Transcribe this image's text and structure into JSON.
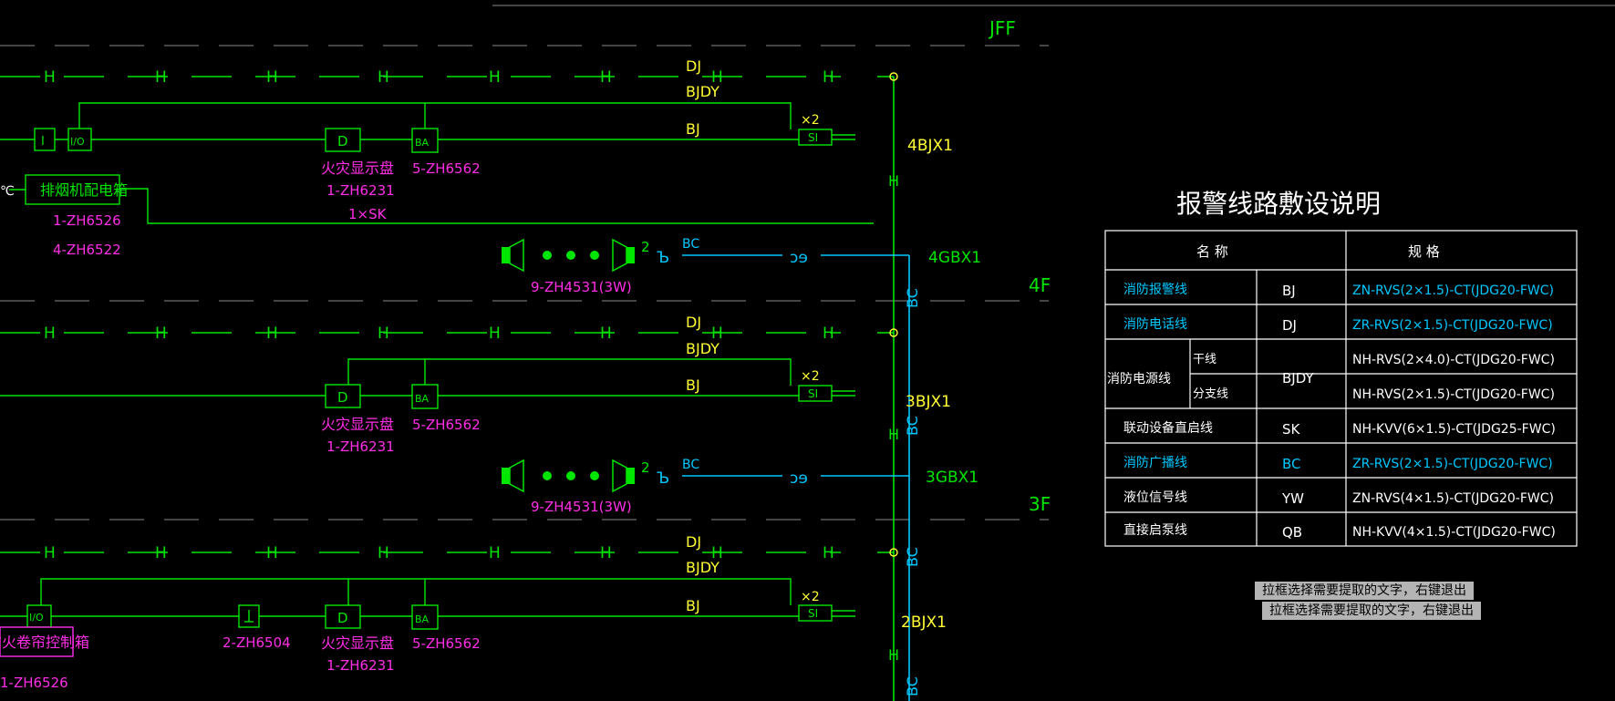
{
  "colors": {
    "bg": "#000000",
    "green": "#00e600",
    "magenta": "#ff2ee6",
    "cyan": "#00c8ff",
    "yellow": "#ffff33",
    "white": "#ffffff",
    "grey": "#8a8a8a"
  },
  "floors": {
    "jff": "JFF",
    "f4": "4F",
    "f3": "3F"
  },
  "wires": {
    "dj": "DJ",
    "bjdy": "BJDY",
    "bj": "BJ",
    "bc": "BC",
    "h": "H",
    "sk": "1×SK",
    "x2": "×2",
    "n2": "2",
    "si": "SI",
    "d": "D",
    "io": "I/O",
    "i": "I",
    "sound_glyph": "Ъ"
  },
  "risers": {
    "bjx4": "4BJX1",
    "gbx4": "4GBX1",
    "bjx3": "3BJX1",
    "gbx3": "3GBX1",
    "bjx2": "2BJX1"
  },
  "devices": {
    "fan_box": "排烟机配电箱",
    "fan_box_code": "1-ZH6526",
    "fan_box_code2": "4-ZH6522",
    "display": "火灾显示盘",
    "display_code": "1-ZH6231",
    "code_6562": "5-ZH6562",
    "speaker_code": "9-ZH4531(3W)",
    "door_box": "防火卷帘控制箱",
    "door_code": "1-ZH6526",
    "code_6504": "2-ZH6504",
    "left_cut": "℃"
  },
  "legend": {
    "title": "报警线路敷设说明",
    "col_name": "名  称",
    "col_spec": "规  格",
    "rows": [
      {
        "name": "消防报警线",
        "code": "BJ",
        "spec": "ZN-RVS(2×1.5)-CT(JDG20-FWC)"
      },
      {
        "name": "消防电话线",
        "code": "DJ",
        "spec": "ZR-RVS(2×1.5)-CT(JDG20-FWC)"
      },
      {
        "name": "消防电源线",
        "sub1": "干线",
        "sub2": "分支线",
        "code": "BJDY",
        "spec1": "NH-RVS(2×4.0)-CT(JDG20-FWC)",
        "spec2": "NH-RVS(2×1.5)-CT(JDG20-FWC)"
      },
      {
        "name": "联动设备直启线",
        "code": "SK",
        "spec": "NH-KVV(6×1.5)-CT(JDG25-FWC)"
      },
      {
        "name": "消防广播线",
        "code": "BC",
        "spec": "ZR-RVS(2×1.5)-CT(JDG20-FWC)"
      },
      {
        "name": "液位信号线",
        "code": "YW",
        "spec": "ZN-RVS(4×1.5)-CT(JDG20-FWC)"
      },
      {
        "name": "直接启泵线",
        "code": "QB",
        "spec": "NH-KVV(4×1.5)-CT(JDG20-FWC)"
      }
    ]
  },
  "hints": {
    "line1": "拉框选择需要提取的文字，右键退出",
    "line2": "拉框选择需要提取的文字，右键退出"
  }
}
